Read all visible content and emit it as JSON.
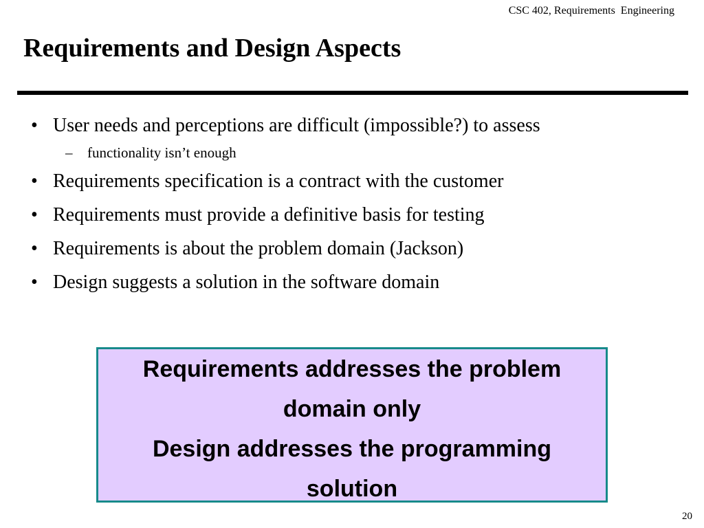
{
  "header": {
    "course": "CSC 402, Requirements  Engineering"
  },
  "title": "Requirements and Design Aspects",
  "bullets": [
    {
      "text": "User needs and perceptions are difficult (impossible?) to assess",
      "sub": [
        "functionality isn’t enough"
      ]
    },
    {
      "text": "Requirements specification is a contract with the customer"
    },
    {
      "text": "Requirements must provide a definitive basis for testing"
    },
    {
      "text": "Requirements is about the problem domain (Jackson)"
    },
    {
      "text": "Design suggests a solution in the software domain"
    }
  ],
  "bullet_glyph": "•",
  "sub_bullet_glyph": "–",
  "callout": {
    "lines": [
      "Requirements addresses the problem",
      "domain only",
      "Design addresses the programming",
      "solution"
    ],
    "background": "#e3ccff",
    "border": "#178a8a"
  },
  "page_number": "20"
}
